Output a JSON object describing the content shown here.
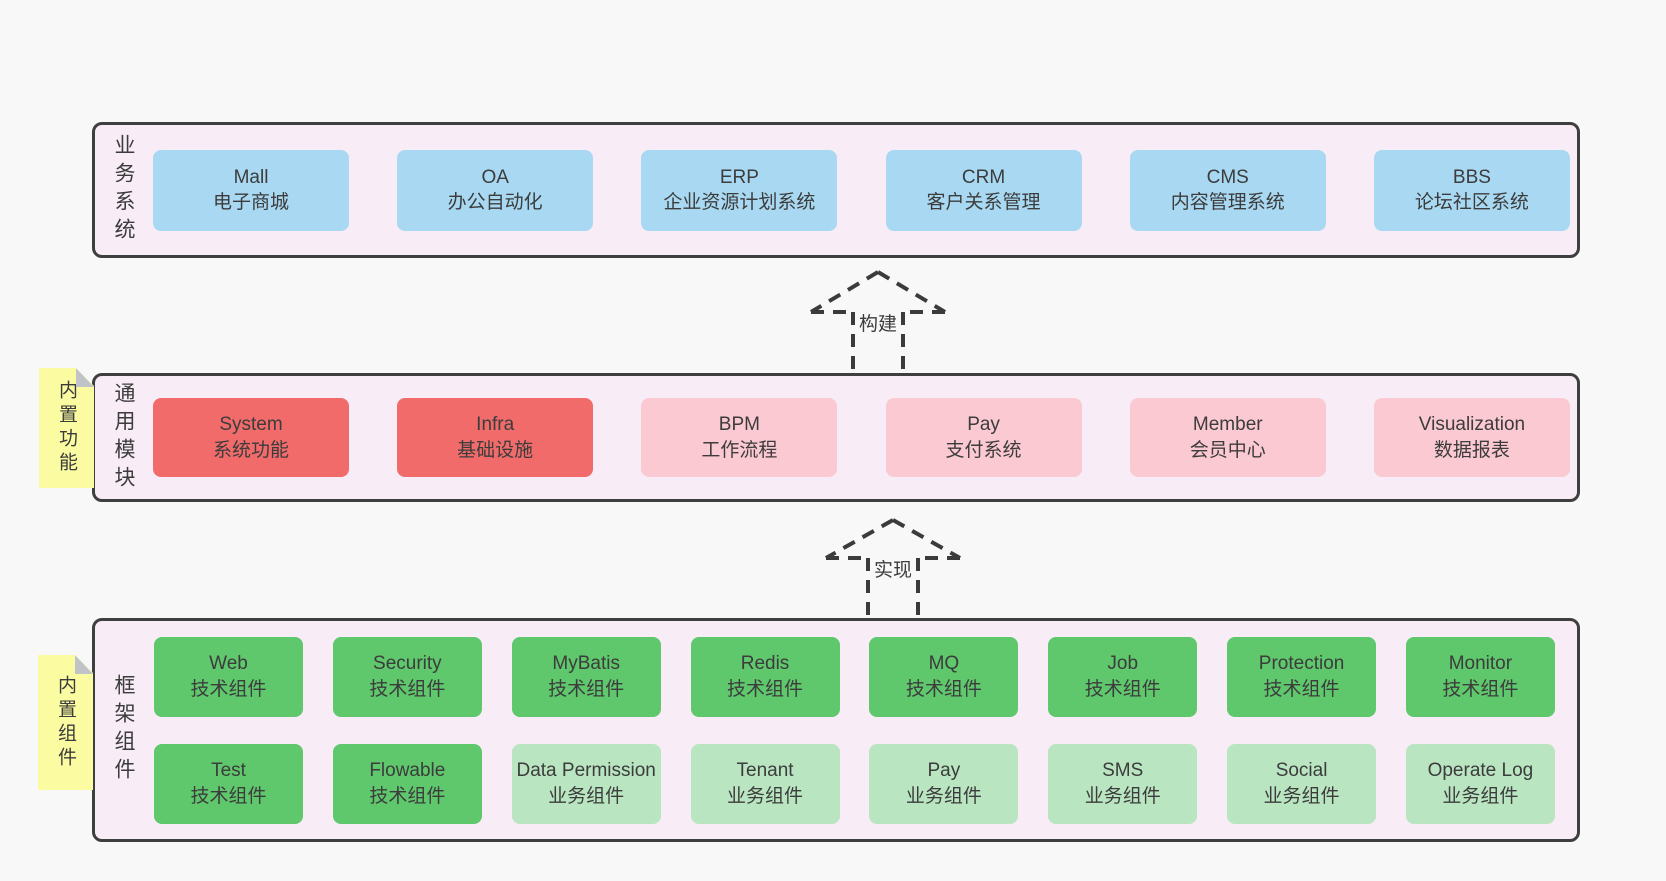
{
  "palette": {
    "blue": "#a9d9f2",
    "red": "#f16b6b",
    "pink": "#fbc9d2",
    "green": "#5fc76c",
    "lightgreen": "#b9e5c1",
    "note_yellow": "#fbfba2",
    "note_fold_gray": "#c0c4c8",
    "container_bg": "#f8edf7",
    "container_border": "#3f3f3f",
    "page_bg": "#f8f8f8",
    "text": "#3c3c3c"
  },
  "arrows": [
    {
      "label": "构建"
    },
    {
      "label": "实现"
    }
  ],
  "sections": [
    {
      "id": "business-systems",
      "label": "业务系统",
      "note": null,
      "rows": [
        [
          {
            "title": "Mall",
            "subtitle": "电子商城",
            "variant": "blue"
          },
          {
            "title": "OA",
            "subtitle": "办公自动化",
            "variant": "blue"
          },
          {
            "title": "ERP",
            "subtitle": "企业资源计划系统",
            "variant": "blue"
          },
          {
            "title": "CRM",
            "subtitle": "客户关系管理",
            "variant": "blue"
          },
          {
            "title": "CMS",
            "subtitle": "内容管理系统",
            "variant": "blue"
          },
          {
            "title": "BBS",
            "subtitle": "论坛社区系统",
            "variant": "blue"
          }
        ]
      ]
    },
    {
      "id": "common-modules",
      "label": "通用模块",
      "note": "内置功能",
      "rows": [
        [
          {
            "title": "System",
            "subtitle": "系统功能",
            "variant": "red"
          },
          {
            "title": "Infra",
            "subtitle": "基础设施",
            "variant": "red"
          },
          {
            "title": "BPM",
            "subtitle": "工作流程",
            "variant": "pink"
          },
          {
            "title": "Pay",
            "subtitle": "支付系统",
            "variant": "pink"
          },
          {
            "title": "Member",
            "subtitle": "会员中心",
            "variant": "pink"
          },
          {
            "title": "Visualization",
            "subtitle": "数据报表",
            "variant": "pink"
          }
        ]
      ]
    },
    {
      "id": "framework-components",
      "label": "框架组件",
      "note": "内置组件",
      "rows": [
        [
          {
            "title": "Web",
            "subtitle": "技术组件",
            "variant": "green"
          },
          {
            "title": "Security",
            "subtitle": "技术组件",
            "variant": "green"
          },
          {
            "title": "MyBatis",
            "subtitle": "技术组件",
            "variant": "green"
          },
          {
            "title": "Redis",
            "subtitle": "技术组件",
            "variant": "green"
          },
          {
            "title": "MQ",
            "subtitle": "技术组件",
            "variant": "green"
          },
          {
            "title": "Job",
            "subtitle": "技术组件",
            "variant": "green"
          },
          {
            "title": "Protection",
            "subtitle": "技术组件",
            "variant": "green"
          },
          {
            "title": "Monitor",
            "subtitle": "技术组件",
            "variant": "green"
          }
        ],
        [
          {
            "title": "Test",
            "subtitle": "技术组件",
            "variant": "green"
          },
          {
            "title": "Flowable",
            "subtitle": "技术组件",
            "variant": "green"
          },
          {
            "title": "Data Permission",
            "subtitle": "业务组件",
            "variant": "lightgreen"
          },
          {
            "title": "Tenant",
            "subtitle": "业务组件",
            "variant": "lightgreen"
          },
          {
            "title": "Pay",
            "subtitle": "业务组件",
            "variant": "lightgreen"
          },
          {
            "title": "SMS",
            "subtitle": "业务组件",
            "variant": "lightgreen"
          },
          {
            "title": "Social",
            "subtitle": "业务组件",
            "variant": "lightgreen"
          },
          {
            "title": "Operate Log",
            "subtitle": "业务组件",
            "variant": "lightgreen"
          }
        ]
      ]
    }
  ]
}
